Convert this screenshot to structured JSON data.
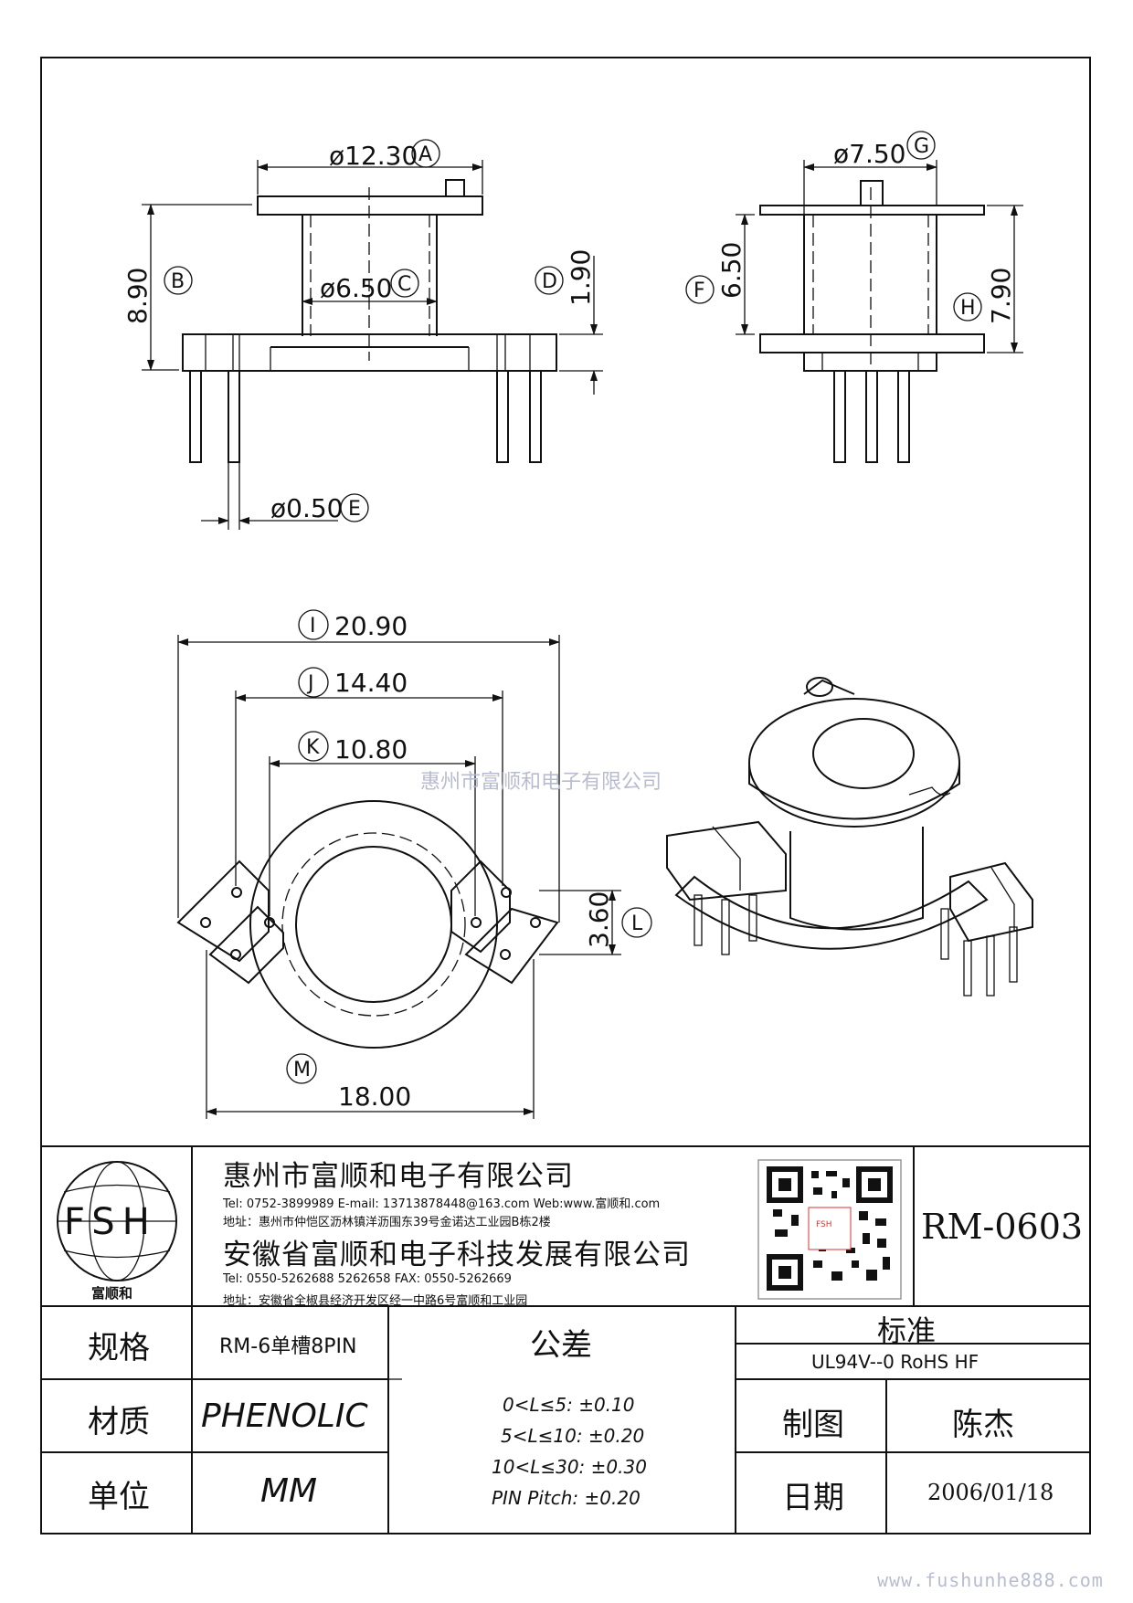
{
  "views": {
    "front": {
      "dims": [
        {
          "id": "A",
          "value": "ø12.30"
        },
        {
          "id": "B",
          "value": "8.90"
        },
        {
          "id": "C",
          "value": "ø6.50"
        },
        {
          "id": "D",
          "value": "1.90"
        },
        {
          "id": "E",
          "value": "ø0.50"
        }
      ]
    },
    "side": {
      "dims": [
        {
          "id": "G",
          "value": "ø7.50"
        },
        {
          "id": "F",
          "value": "6.50"
        },
        {
          "id": "H",
          "value": "7.90"
        }
      ]
    },
    "bottom": {
      "dims": [
        {
          "id": "I",
          "value": "20.90"
        },
        {
          "id": "J",
          "value": "14.40"
        },
        {
          "id": "K",
          "value": "10.80"
        },
        {
          "id": "L",
          "value": "3.60"
        },
        {
          "id": "M",
          "value": "18.00"
        }
      ]
    }
  },
  "watermark_center": "惠州市富顺和电子有限公司",
  "watermark_bottom": "www.fushunhe888.com",
  "title_block": {
    "logo_text": "FSH",
    "logo_caption": "富顺和",
    "company1": {
      "name": "惠州市富顺和电子有限公司",
      "contact": "Tel: 0752-3899989  E-mail: 13713878448@163.com  Web:www.富顺和.com",
      "address": "地址：惠州市仲恺区沥林镇洋沥围东39号金诺达工业园B栋2楼"
    },
    "company2": {
      "name": "安徽省富顺和电子科技发展有限公司",
      "contact": "Tel: 0550-5262688  5262658     FAX: 0550-5262669",
      "address": "地址：安徽省全椒县经济开发区经一中路6号富顺和工业园"
    },
    "qr_label": "FSH",
    "part_number": "RM-0603",
    "spec_label": "规格",
    "spec_value": "RM-6单槽8PIN",
    "material_label": "材质",
    "material_value": "PHENOLIC",
    "unit_label": "单位",
    "unit_value": "MM",
    "tolerance_label": "公差",
    "tolerances": [
      "0<L≤5: ±0.10",
      "5<L≤10: ±0.20",
      "10<L≤30: ±0.30",
      "PIN Pitch: ±0.20"
    ],
    "standard_label": "标准",
    "standard_value": "UL94V--0  RoHS HF",
    "drawn_label": "制图",
    "drawn_value": "陈杰",
    "date_label": "日期",
    "date_value": "2006/01/18"
  }
}
